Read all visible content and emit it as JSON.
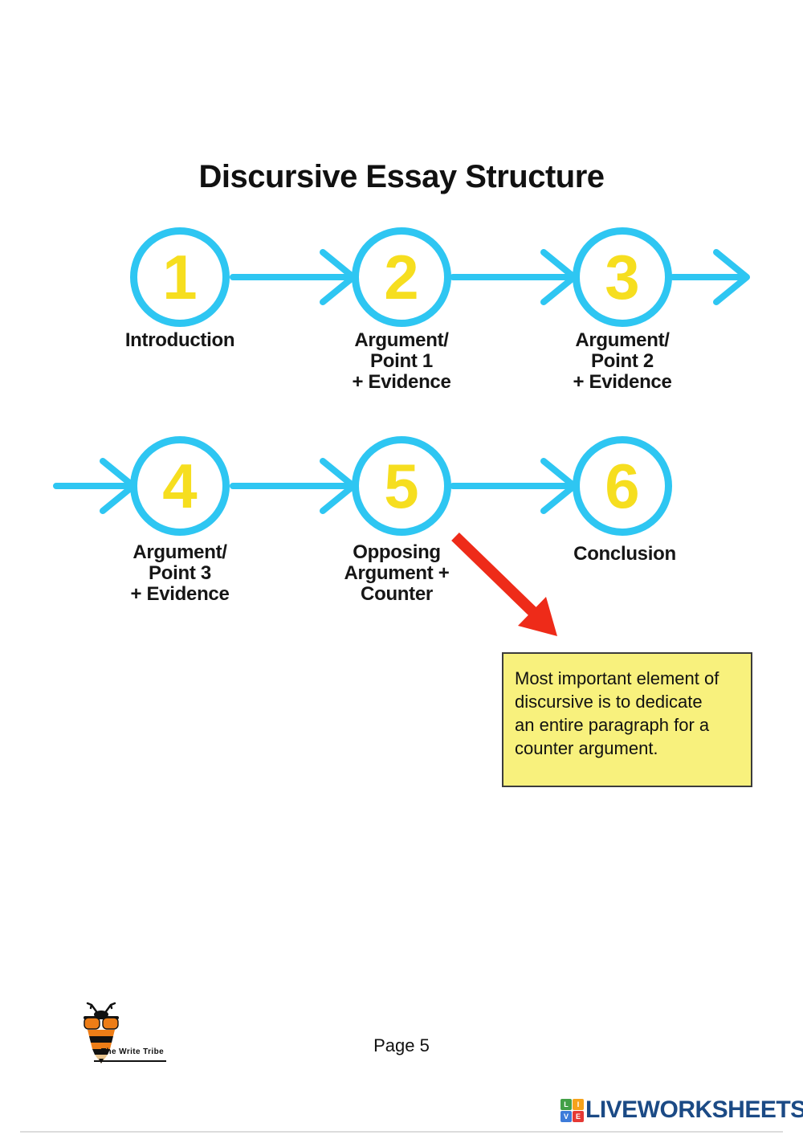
{
  "page": {
    "title": "Discursive Essay Structure",
    "page_label": "Page 5"
  },
  "diagram": {
    "type": "flow-diagram",
    "steps": [
      {
        "number": "1",
        "label": "Introduction"
      },
      {
        "number": "2",
        "label": "Argument/\nPoint 1\n+ Evidence"
      },
      {
        "number": "3",
        "label": "Argument/\nPoint 2\n+ Evidence"
      },
      {
        "number": "4",
        "label": "Argument/\nPoint 3\n+ Evidence"
      },
      {
        "number": "5",
        "label": "Opposing\nArgument +\nCounter"
      },
      {
        "number": "6",
        "label": "Conclusion"
      }
    ],
    "colors": {
      "circle_stroke": "#2EC6F2",
      "number": "#F6DE1F",
      "arrow": "#2EC6F2",
      "annotation_arrow": "#EE2B19"
    }
  },
  "annotation": {
    "note_text": "Most important element of\ndiscursive is to dedicate\nan entire paragraph for a\ncounter argument.",
    "note_background": "#F8F17D"
  },
  "footer": {
    "publisher": "The Write Tribe",
    "brand": {
      "name": "LIVEWORKSHEETS",
      "color": "#1B4A85",
      "tiles": [
        {
          "letter": "L",
          "color": "#43A047"
        },
        {
          "letter": "I",
          "color": "#F5A21B"
        },
        {
          "letter": "V",
          "color": "#3D7BD9"
        },
        {
          "letter": "E",
          "color": "#E53935"
        }
      ]
    }
  }
}
